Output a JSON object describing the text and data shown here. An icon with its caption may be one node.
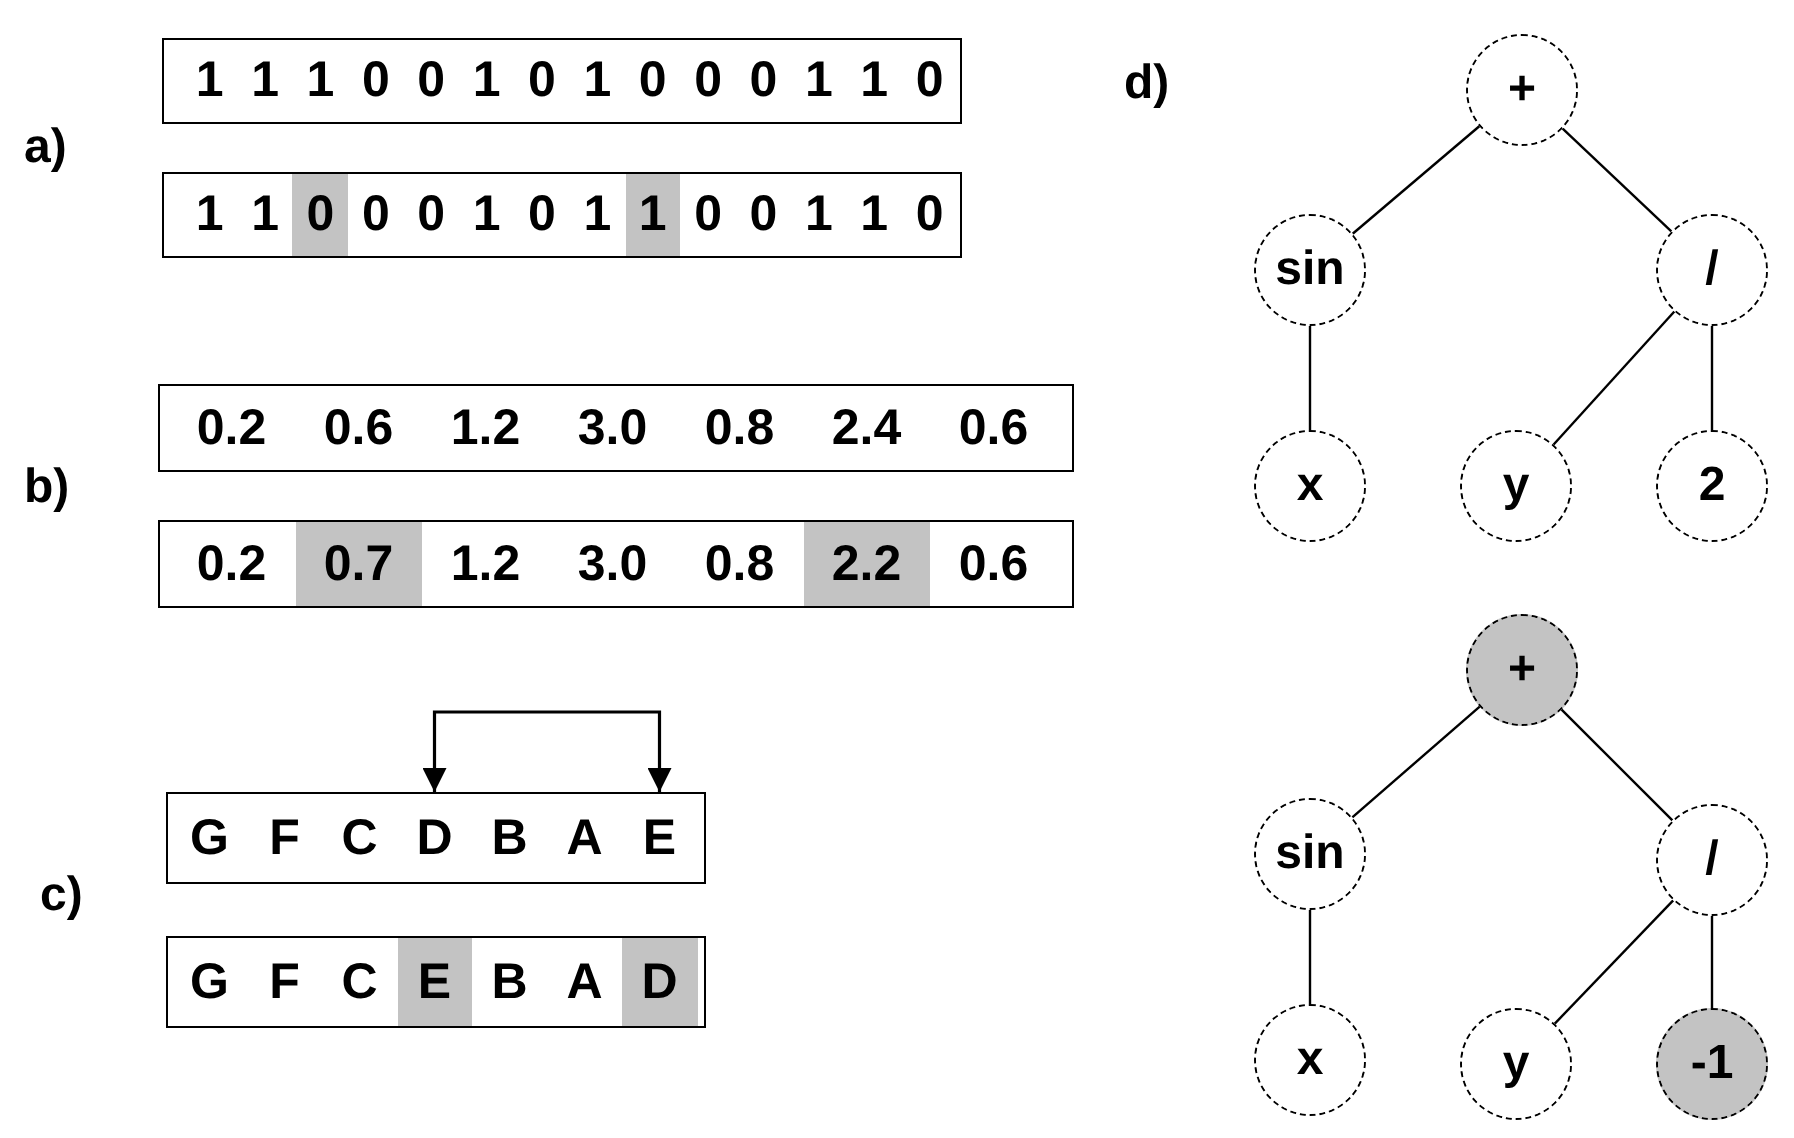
{
  "diagram": {
    "nodes": [
      {
        "text": [],
        "shape": "box"
      },
      {
        "text": [
          "1"
        ],
        "in": 0
      },
      {
        "text": [
          "1"
        ],
        "in": 0
      },
      {
        "text": [
          "1"
        ],
        "in": 0
      },
      {
        "text": [
          "0"
        ],
        "in": 0
      },
      {
        "text": [
          "0"
        ],
        "in": 0
      },
      {
        "text": [
          "1"
        ],
        "in": 0
      },
      {
        "text": [
          "0"
        ],
        "in": 0
      },
      {
        "text": [
          "1"
        ],
        "in": 0
      },
      {
        "text": [
          "0"
        ],
        "in": 0
      },
      {
        "text": [
          "0"
        ],
        "in": 0
      },
      {
        "text": [
          "0"
        ],
        "in": 0
      },
      {
        "text": [
          "1"
        ],
        "in": 0
      },
      {
        "text": [
          "1"
        ],
        "in": 0
      },
      {
        "text": [
          "0"
        ],
        "in": 0
      },
      {
        "text": [],
        "shape": "box"
      },
      {
        "text": [
          "1"
        ],
        "in": 15
      },
      {
        "text": [
          "1"
        ],
        "in": 15
      },
      {
        "text": [
          "0"
        ],
        "in": 15
      },
      {
        "text": [
          "0"
        ],
        "in": 15
      },
      {
        "text": [
          "0"
        ],
        "in": 15
      },
      {
        "text": [
          "1"
        ],
        "in": 15
      },
      {
        "text": [
          "0"
        ],
        "in": 15
      },
      {
        "text": [
          "1"
        ],
        "in": 15
      },
      {
        "text": [
          "1"
        ],
        "in": 15
      },
      {
        "text": [
          "0"
        ],
        "in": 15
      },
      {
        "text": [
          "0"
        ],
        "in": 15
      },
      {
        "text": [
          "1"
        ],
        "in": 15
      },
      {
        "text": [
          "1"
        ],
        "in": 15
      },
      {
        "text": [
          "0"
        ],
        "in": 15
      },
      {
        "text": [],
        "shape": "box"
      },
      {
        "text": [
          "0.2"
        ],
        "in": 30
      },
      {
        "text": [
          "0.6"
        ],
        "in": 30
      },
      {
        "text": [
          "1.2"
        ],
        "in": 30
      },
      {
        "text": [
          "3.0"
        ],
        "in": 30
      },
      {
        "text": [
          "0.8"
        ],
        "in": 30
      },
      {
        "text": [
          "2.4"
        ],
        "in": 30
      },
      {
        "text": [
          "0.6"
        ],
        "in": 30
      },
      {
        "text": [],
        "shape": "box"
      },
      {
        "text": [
          "0.2"
        ],
        "in": 38
      },
      {
        "text": [
          "0.7"
        ],
        "in": 38
      },
      {
        "text": [
          "1.2"
        ],
        "in": 38
      },
      {
        "text": [
          "3.0"
        ],
        "in": 38
      },
      {
        "text": [
          "0.8"
        ],
        "in": 38
      },
      {
        "text": [
          "2.2"
        ],
        "in": 38
      },
      {
        "text": [
          "0.6"
        ],
        "in": 38
      },
      {
        "text": [],
        "shape": "box"
      },
      {
        "text": [
          "G"
        ],
        "in": 46
      },
      {
        "text": [
          "F"
        ],
        "in": 46
      },
      {
        "text": [
          "C"
        ],
        "in": 46
      },
      {
        "text": [
          "D"
        ],
        "in": 46
      },
      {
        "text": [
          "B"
        ],
        "in": 46
      },
      {
        "text": [
          "A"
        ],
        "in": 46
      },
      {
        "text": [
          "E"
        ],
        "in": 46
      },
      {
        "text": [],
        "shape": "box"
      },
      {
        "text": [
          "G"
        ],
        "in": 54
      },
      {
        "text": [
          "F"
        ],
        "in": 54
      },
      {
        "text": [
          "C"
        ],
        "in": 54
      },
      {
        "text": [
          "E"
        ],
        "in": 54
      },
      {
        "text": [
          "B"
        ],
        "in": 54
      },
      {
        "text": [
          "A"
        ],
        "in": 54
      },
      {
        "text": [
          "D"
        ],
        "in": 54
      },
      {
        "text": [
          "+"
        ]
      },
      {
        "text": [
          "sin"
        ]
      },
      {
        "text": [
          "/"
        ]
      },
      {
        "text": [
          "x"
        ]
      },
      {
        "text": [
          "y"
        ]
      },
      {
        "text": [
          "2"
        ]
      },
      {
        "text": [
          "+"
        ]
      },
      {
        "text": [
          "sin"
        ]
      },
      {
        "text": [
          "/"
        ]
      },
      {
        "text": [
          "x"
        ]
      },
      {
        "text": [
          "y"
        ]
      },
      {
        "text": [
          "-1"
        ]
      }
    ],
    "edges": [
      {
        "from": 50,
        "to": 53,
        "arrow": "both"
      },
      {
        "from": 62,
        "to": 63,
        "arrow": "none"
      },
      {
        "from": 62,
        "to": 64,
        "arrow": "none"
      },
      {
        "from": 63,
        "to": 65,
        "arrow": "none"
      },
      {
        "from": 64,
        "to": 66,
        "arrow": "none"
      },
      {
        "from": 64,
        "to": 67,
        "arrow": "none"
      },
      {
        "from": 68,
        "to": 69,
        "arrow": "none"
      },
      {
        "from": 68,
        "to": 70,
        "arrow": "none"
      },
      {
        "from": 69,
        "to": 71,
        "arrow": "none"
      },
      {
        "from": 70,
        "to": 72,
        "arrow": "none"
      },
      {
        "from": 70,
        "to": 73,
        "arrow": "none"
      }
    ],
    "labels": [
      "a)",
      "b)",
      "c)",
      "d)"
    ]
  }
}
